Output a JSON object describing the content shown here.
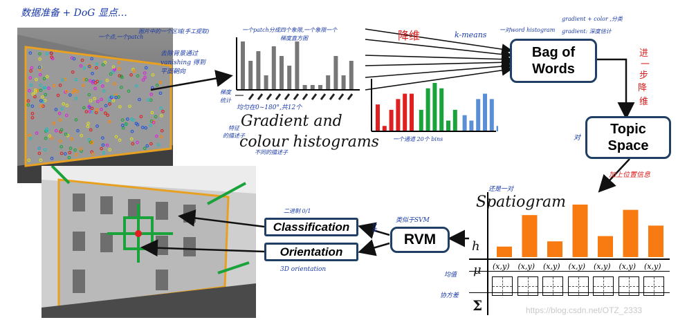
{
  "nodes": {
    "bag_of_words": "Bag of Words",
    "topic_space": "Topic Space",
    "rvm": "RVM",
    "classification": "Classification",
    "orientation": "Orientation"
  },
  "titles": {
    "gradient_line1": "Gradient and",
    "colour_line2": "colour histograms",
    "spatiogram": "Spatiogram",
    "h_label": "h",
    "mu_label": "μ",
    "sigma_label": "Σ",
    "xy_label": "(x,y)"
  },
  "annotations": {
    "data_prep": "数据准备 + DoG 显点…",
    "patch_note": "一个点,一个patch",
    "region_note": "图片中的一个区域(手工提取)",
    "vanishing_note_1": "去除背景通过",
    "vanishing_note_2": "vanishing 得到",
    "vanishing_note_3": "平面朝向",
    "patch_histogram_1": "一个patch分成四个象限,一个象限一个",
    "patch_histogram_2": "梯度直方图",
    "gradient_dir_1": "梯度",
    "gradient_dir_2": "统计",
    "angle_note": "均匀在0~180°,共12个",
    "feature_note_1": "特征",
    "feature_note_2": "的描述子",
    "colour_desc_note": "不同的描述子",
    "dim_reduction": "降维",
    "kmeans": "k-means",
    "word_hist": "一对word histogram",
    "grad_colour": "gradient + color ,分类",
    "grad_depth": "gradient: 深度估计",
    "further_1": "进",
    "further_2": "一",
    "further_3": "步",
    "further_4": "降",
    "further_5": "维",
    "color_bins": "一个通道 20个 bins",
    "add_position": "加上位置信息",
    "still_one": "还是一对",
    "binary": "二进制 0/1",
    "svm_like": "类似于SVM",
    "side_note": "分类",
    "orientation_3d": "3D orientation",
    "mean_note": "均值",
    "cov_note": "协方差",
    "topic_mark": "对",
    "watermark": "https://blog.csdn.net/OTZ_2333"
  },
  "colors": {
    "box_border": "#1f3f64",
    "orange_bar": "#f77b10",
    "gradient_bar": "#777777",
    "red_bar": "#e02020",
    "green_bar": "#1aa33a",
    "blue_bar": "#5a8fd6",
    "annotation_blue": "#1a3aa8",
    "annotation_red": "#d81e1e"
  },
  "chart_data": [
    {
      "type": "bar",
      "name_hint": "gradient histogram",
      "values": [
        10,
        6,
        8,
        3,
        9,
        7,
        5,
        10,
        1,
        1,
        1,
        3,
        7,
        3,
        6
      ]
    },
    {
      "type": "bar",
      "name_hint": "colour histogram",
      "series": [
        {
          "color": "red",
          "values": [
            5,
            1,
            4,
            6,
            7,
            7
          ]
        },
        {
          "color": "green",
          "values": [
            4,
            8,
            9,
            8,
            2,
            4
          ]
        },
        {
          "color": "blue",
          "values": [
            3,
            2,
            6,
            7,
            6,
            1
          ]
        }
      ]
    },
    {
      "type": "bar",
      "name_hint": "spatiogram",
      "values": [
        2,
        8,
        3,
        10,
        4,
        9,
        6
      ]
    }
  ]
}
